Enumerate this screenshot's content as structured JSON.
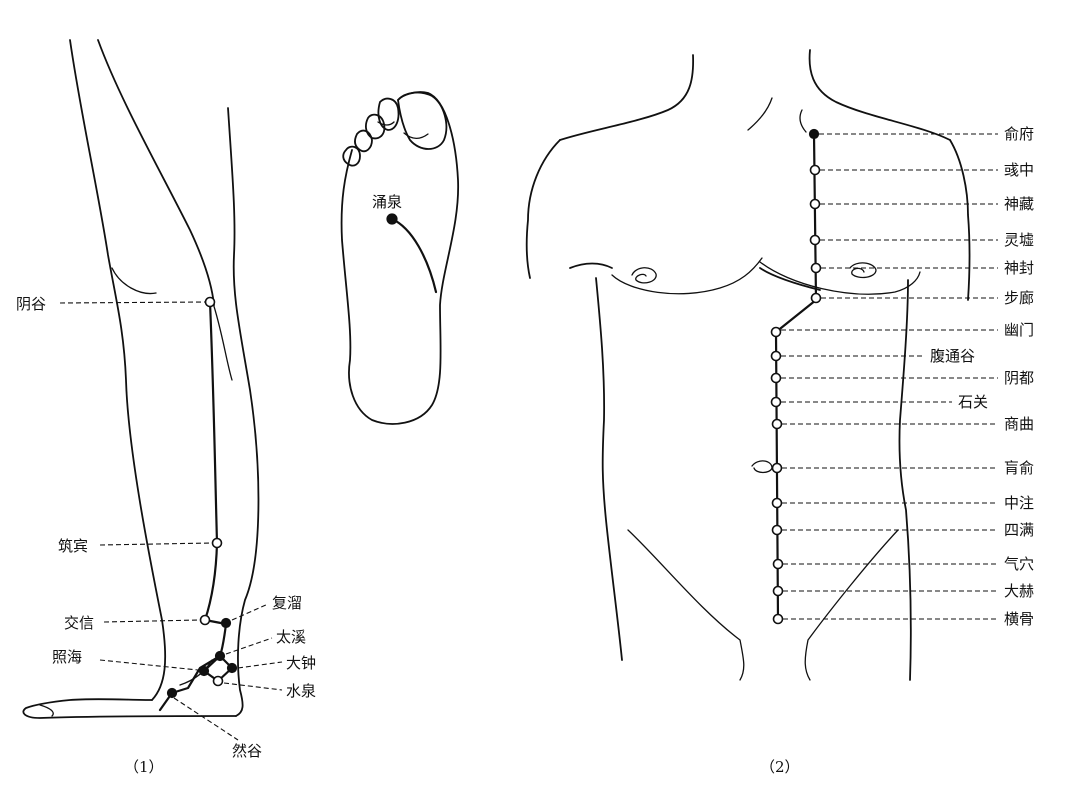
{
  "diagram": {
    "panel_1": {
      "caption": "（1）",
      "sole_point": "涌泉",
      "leg_points": {
        "yingu": "阴谷",
        "zhubin": "筑宾",
        "jiaoxin": "交信",
        "fuliu": "复溜",
        "zhaohai": "照海",
        "taixi": "太溪",
        "dazhong": "大钟",
        "shuiquan": "水泉",
        "rangu": "然谷"
      }
    },
    "panel_2": {
      "caption": "（2）",
      "torso_points": [
        "俞府",
        "彧中",
        "神藏",
        "灵墟",
        "神封",
        "步廊",
        "幽门",
        "腹通谷",
        "阴都",
        "石关",
        "商曲",
        "肓俞",
        "中注",
        "四满",
        "气穴",
        "大赫",
        "横骨"
      ]
    },
    "colors": {
      "ink": "#111111",
      "paper": "#ffffff"
    }
  }
}
